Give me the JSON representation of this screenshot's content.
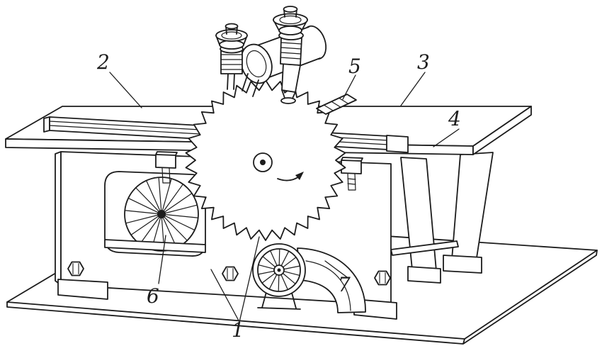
{
  "colors": {
    "ink": "#1c1c1c",
    "paper": "#ffffff"
  },
  "callouts": {
    "c1": "1",
    "c2": "2",
    "c3": "3",
    "c4": "4",
    "c5": "5",
    "c6": "6",
    "c7": "7"
  }
}
